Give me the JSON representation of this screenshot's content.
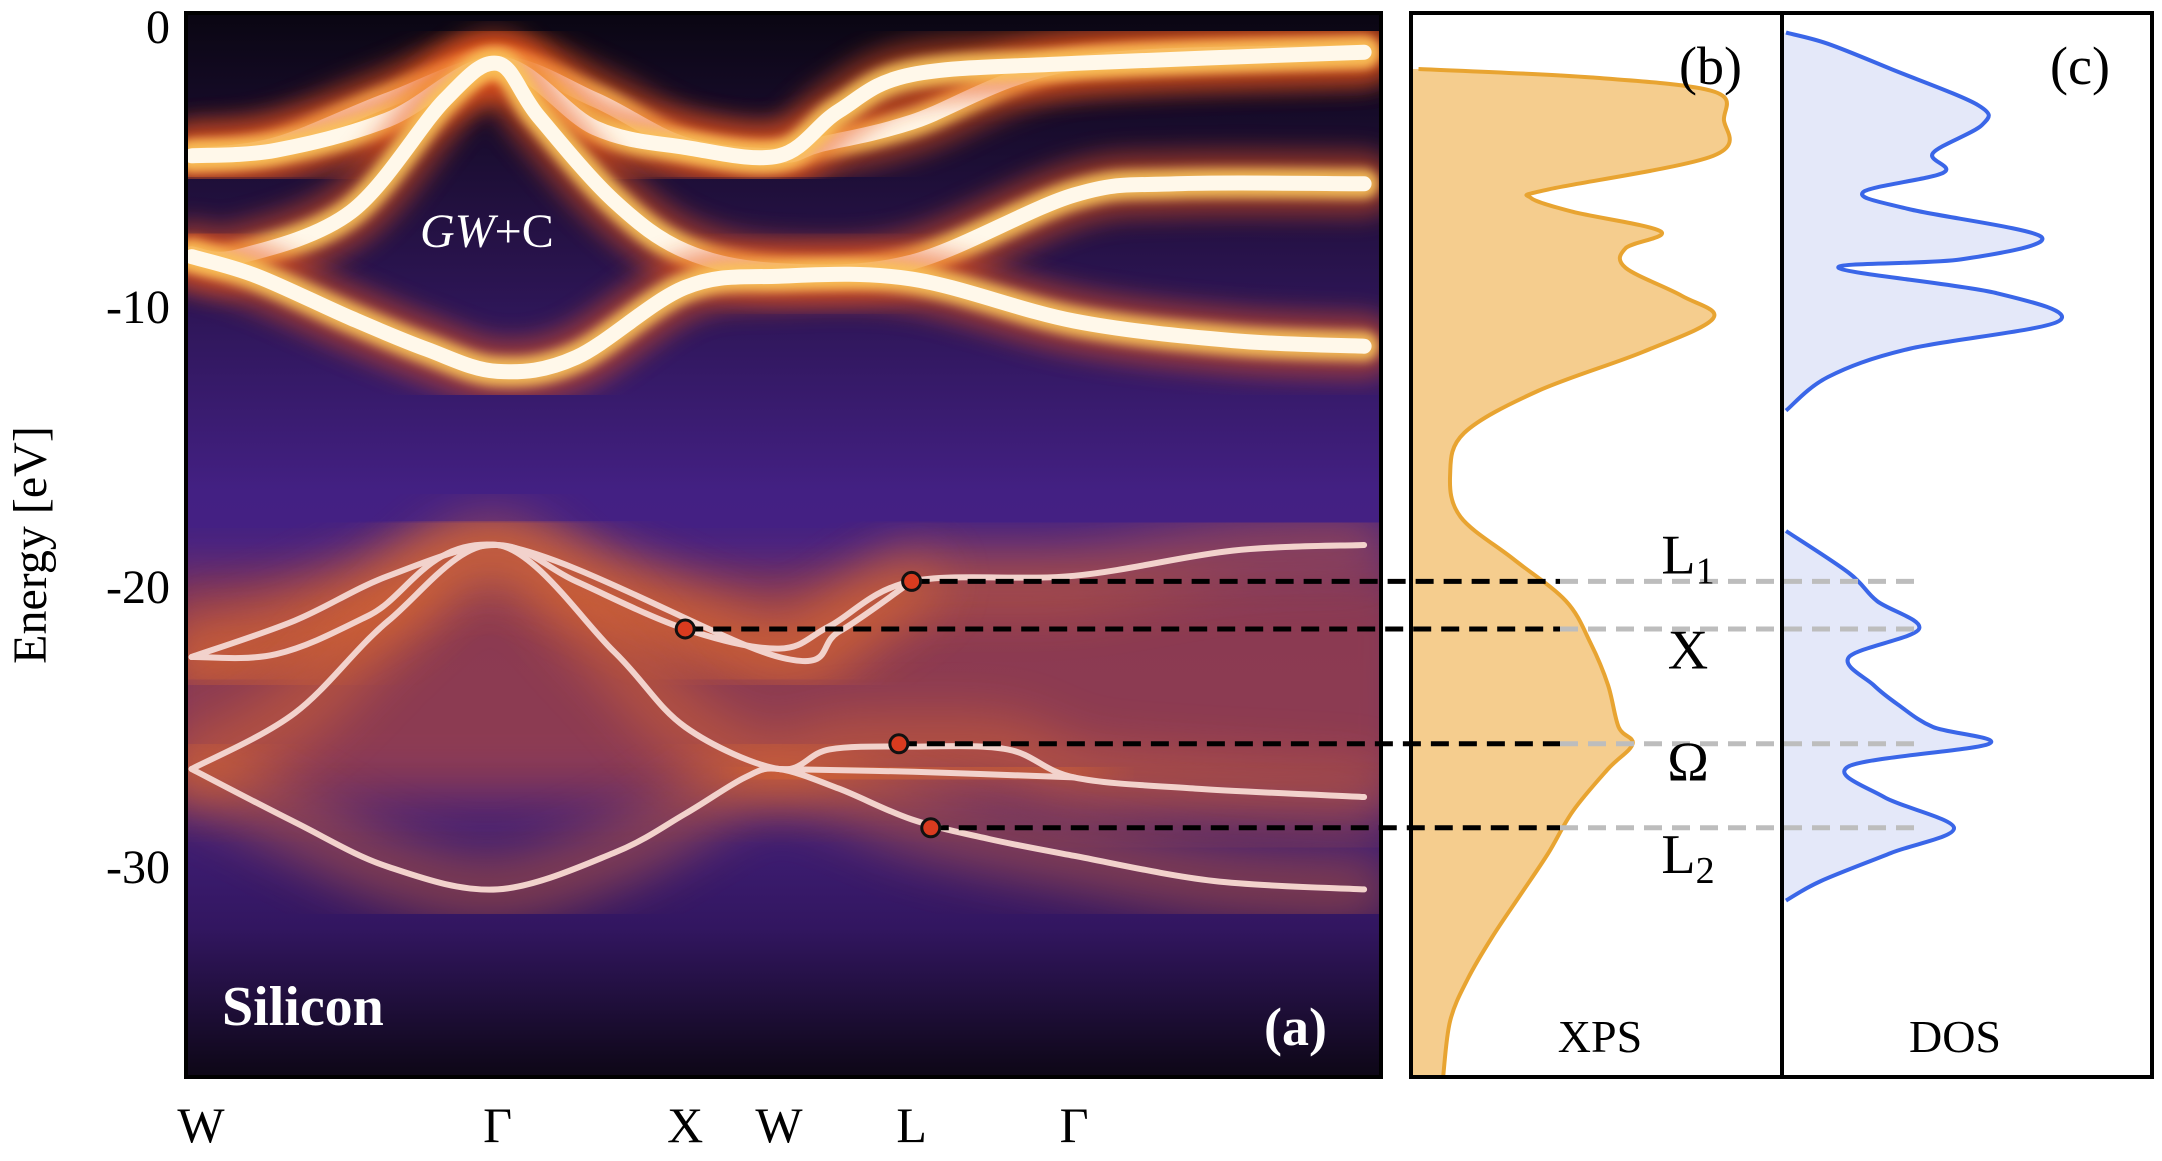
{
  "chart_data": [
    {
      "panel": "(a)",
      "type": "heatmap",
      "subtype": "spectral function with band structure",
      "title": "",
      "xlabel": "",
      "ylabel": "Energy [eV]",
      "ylim": [
        -37.5,
        0.5
      ],
      "yticks": [
        0,
        -10,
        -20,
        -30
      ],
      "ytick_labels": [
        "0",
        "-10",
        "-20",
        "-30"
      ],
      "k_path": [
        {
          "label": "W",
          "x": 0.0
        },
        {
          "label": "Γ",
          "x": 1.581
        },
        {
          "label": "X",
          "x": 2.581
        },
        {
          "label": "W",
          "x": 3.081
        },
        {
          "label": "L",
          "x": 3.788
        },
        {
          "label": "Γ",
          "x": 4.654
        }
      ],
      "xlim": [
        -0.08,
        6.29
      ],
      "annotations": {
        "method": "GW",
        "method_suffix": "+C",
        "material": "Silicon",
        "panel_label": "(a)"
      },
      "colormap": "inferno",
      "quasiparticle_bands": [
        {
          "name": "qp1",
          "points": [
            [
              -0.05,
              -4.6
            ],
            [
              0.4,
              -4.2
            ],
            [
              1.0,
              -2.6
            ],
            [
              1.581,
              -1.3
            ],
            [
              2.1,
              -2.6
            ],
            [
              2.581,
              -4.2
            ],
            [
              3.081,
              -4.6
            ],
            [
              3.3,
              -4.2
            ],
            [
              3.788,
              -3.4
            ],
            [
              4.654,
              -1.3
            ],
            [
              6.2,
              -0.9
            ]
          ]
        },
        {
          "name": "qp2",
          "points": [
            [
              -0.05,
              -4.6
            ],
            [
              0.4,
              -4.4
            ],
            [
              1.0,
              -3.3
            ],
            [
              1.581,
              -1.3
            ],
            [
              2.1,
              -3.6
            ],
            [
              2.581,
              -4.3
            ],
            [
              3.081,
              -4.6
            ],
            [
              3.4,
              -3.0
            ],
            [
              3.788,
              -1.7
            ],
            [
              4.654,
              -1.3
            ],
            [
              6.2,
              -0.9
            ]
          ]
        },
        {
          "name": "qp3",
          "points": [
            [
              -0.05,
              -8.1
            ],
            [
              0.2,
              -8.2
            ],
            [
              0.8,
              -6.6
            ],
            [
              1.3,
              -2.6
            ],
            [
              1.581,
              -1.3
            ],
            [
              1.8,
              -3.2
            ],
            [
              2.2,
              -6.2
            ],
            [
              2.581,
              -8.0
            ],
            [
              3.081,
              -8.7
            ],
            [
              3.788,
              -8.4
            ],
            [
              4.654,
              -6.0
            ],
            [
              5.2,
              -5.6
            ],
            [
              6.2,
              -5.6
            ]
          ]
        },
        {
          "name": "qp4",
          "points": [
            [
              -0.05,
              -8.2
            ],
            [
              0.3,
              -8.9
            ],
            [
              0.8,
              -10.4
            ],
            [
              1.2,
              -11.5
            ],
            [
              1.581,
              -12.3
            ],
            [
              2.0,
              -11.8
            ],
            [
              2.581,
              -9.3
            ],
            [
              3.081,
              -8.9
            ],
            [
              3.788,
              -9.0
            ],
            [
              4.654,
              -10.5
            ],
            [
              5.5,
              -11.2
            ],
            [
              6.2,
              -11.4
            ]
          ]
        }
      ],
      "valence_bands": [
        {
          "name": "vb1",
          "points": [
            [
              -0.05,
              -22.5
            ],
            [
              0.5,
              -21.2
            ],
            [
              1.0,
              -19.6
            ],
            [
              1.581,
              -18.5
            ],
            [
              2.0,
              -19.8
            ],
            [
              2.581,
              -21.5
            ],
            [
              3.081,
              -22.2
            ],
            [
              3.35,
              -21.4
            ],
            [
              3.788,
              -19.8
            ],
            [
              4.654,
              -19.6
            ],
            [
              5.5,
              -18.7
            ],
            [
              6.2,
              -18.5
            ]
          ]
        },
        {
          "name": "vb2",
          "points": [
            [
              -0.05,
              -22.5
            ],
            [
              0.4,
              -22.4
            ],
            [
              0.9,
              -21.0
            ],
            [
              1.581,
              -18.5
            ],
            [
              3.081,
              -22.5
            ],
            [
              3.4,
              -21.6
            ],
            [
              3.788,
              -19.8
            ]
          ]
        },
        {
          "name": "vb3",
          "points": [
            [
              -0.05,
              -26.5
            ],
            [
              0.5,
              -24.5
            ],
            [
              1.0,
              -21.2
            ],
            [
              1.581,
              -18.5
            ],
            [
              2.2,
              -22.3
            ],
            [
              2.581,
              -25.0
            ],
            [
              3.081,
              -26.5
            ],
            [
              3.35,
              -25.8
            ],
            [
              3.788,
              -25.7
            ],
            [
              4.3,
              -25.8
            ],
            [
              4.654,
              -26.8
            ],
            [
              5.3,
              -27.2
            ],
            [
              6.2,
              -27.5
            ]
          ]
        },
        {
          "name": "vb4",
          "points": [
            [
              -0.05,
              -26.5
            ],
            [
              0.5,
              -28.4
            ],
            [
              1.0,
              -30.0
            ],
            [
              1.581,
              -30.8
            ],
            [
              2.2,
              -29.5
            ],
            [
              2.581,
              -28.1
            ],
            [
              2.9,
              -26.8
            ],
            [
              3.081,
              -26.5
            ],
            [
              3.4,
              -27.2
            ],
            [
              3.788,
              -28.3
            ],
            [
              4.2,
              -29.0
            ],
            [
              4.654,
              -29.6
            ],
            [
              5.4,
              -30.5
            ],
            [
              6.2,
              -30.8
            ]
          ]
        },
        {
          "name": "vb5",
          "points": [
            [
              3.081,
              -26.5
            ],
            [
              3.8,
              -26.6
            ],
            [
              4.654,
              -26.8
            ]
          ]
        }
      ],
      "marked_points": [
        {
          "label": "X",
          "x": 2.581,
          "y": -21.5
        },
        {
          "label": "L1",
          "x": 3.788,
          "y": -19.8
        },
        {
          "label": "Ω",
          "x": 3.72,
          "y": -25.6
        },
        {
          "label": "L2",
          "x": 3.89,
          "y": -28.6
        }
      ]
    },
    {
      "panel": "(b)",
      "type": "area",
      "series": [
        {
          "name": "XPS",
          "color": "#e8a431",
          "fill": "#f5cd8e"
        }
      ],
      "orientation": "vertical",
      "ylim": [
        -37.5,
        0.5
      ],
      "intensity_profile": [
        [
          -1.5,
          0.01
        ],
        [
          -1.8,
          0.5
        ],
        [
          -2.3,
          0.85
        ],
        [
          -3.3,
          0.88
        ],
        [
          -4.6,
          0.85
        ],
        [
          -5.8,
          0.38
        ],
        [
          -6.1,
          0.33
        ],
        [
          -6.6,
          0.45
        ],
        [
          -7.3,
          0.7
        ],
        [
          -7.9,
          0.6
        ],
        [
          -8.6,
          0.6
        ],
        [
          -9.6,
          0.76
        ],
        [
          -10.4,
          0.85
        ],
        [
          -11.6,
          0.65
        ],
        [
          -13.0,
          0.35
        ],
        [
          -14.5,
          0.14
        ],
        [
          -16.0,
          0.1
        ],
        [
          -17.5,
          0.13
        ],
        [
          -19.0,
          0.28
        ],
        [
          -20.5,
          0.43
        ],
        [
          -22.0,
          0.5
        ],
        [
          -23.5,
          0.55
        ],
        [
          -25.0,
          0.58
        ],
        [
          -25.6,
          0.62
        ],
        [
          -26.5,
          0.55
        ],
        [
          -28.0,
          0.45
        ],
        [
          -29.5,
          0.38
        ],
        [
          -31.0,
          0.3
        ],
        [
          -32.5,
          0.22
        ],
        [
          -34.0,
          0.15
        ],
        [
          -35.5,
          0.1
        ],
        [
          -37.5,
          0.08
        ]
      ],
      "xlabel": "XPS",
      "label_levels": [
        {
          "label": "L1",
          "y": -19.8
        },
        {
          "label": "X",
          "y": -23.2
        },
        {
          "label": "Ω",
          "y": -27.2
        },
        {
          "label": "L2",
          "y": -30.5
        }
      ],
      "panel_label": "(b)"
    },
    {
      "panel": "(c)",
      "type": "area",
      "series": [
        {
          "name": "DOS",
          "color": "#3a66e8",
          "fill": "#e4e8f9"
        }
      ],
      "orientation": "vertical",
      "ylim": [
        -37.5,
        0.5
      ],
      "intensity_profile": [
        [
          -0.2,
          0.0
        ],
        [
          -0.6,
          0.12
        ],
        [
          -1.5,
          0.3
        ],
        [
          -2.8,
          0.55
        ],
        [
          -3.5,
          0.56
        ],
        [
          -4.5,
          0.42
        ],
        [
          -5.2,
          0.45
        ],
        [
          -5.9,
          0.22
        ],
        [
          -6.5,
          0.35
        ],
        [
          -7.5,
          0.73
        ],
        [
          -8.3,
          0.5
        ],
        [
          -8.6,
          0.15
        ],
        [
          -9.5,
          0.6
        ],
        [
          -10.5,
          0.78
        ],
        [
          -11.5,
          0.35
        ],
        [
          -12.5,
          0.12
        ],
        [
          -13.7,
          0.0
        ],
        [
          -18.0,
          0.0
        ],
        [
          -19.5,
          0.18
        ],
        [
          -20.5,
          0.26
        ],
        [
          -21.5,
          0.38
        ],
        [
          -22.5,
          0.18
        ],
        [
          -23.5,
          0.25
        ],
        [
          -24.2,
          0.32
        ],
        [
          -25.0,
          0.42
        ],
        [
          -25.6,
          0.58
        ],
        [
          -26.4,
          0.18
        ],
        [
          -27.5,
          0.28
        ],
        [
          -28.6,
          0.48
        ],
        [
          -29.5,
          0.3
        ],
        [
          -30.5,
          0.1
        ],
        [
          -31.2,
          0.0
        ]
      ],
      "xlabel": "DOS",
      "panel_label": "(c)"
    }
  ]
}
